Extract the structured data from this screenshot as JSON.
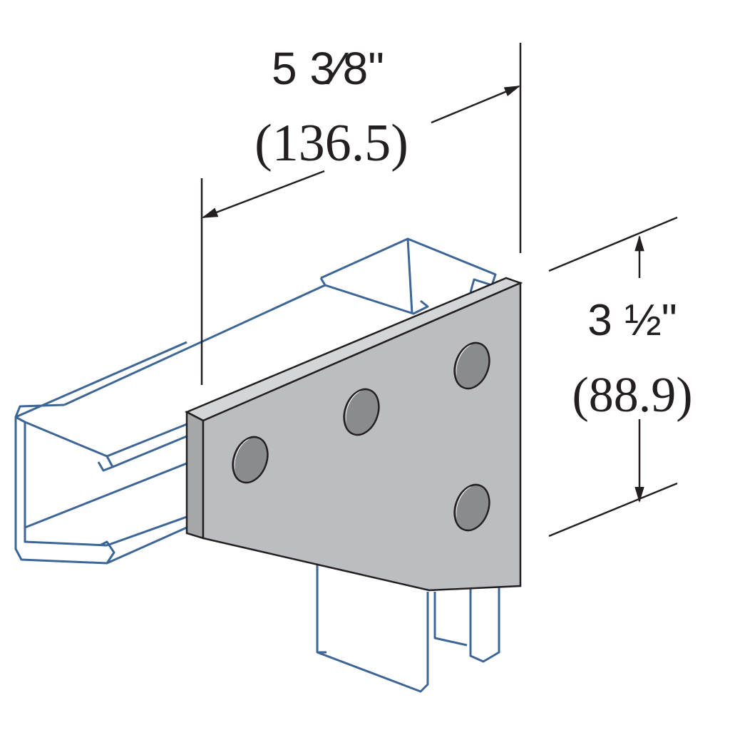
{
  "width_dimension": {
    "imperial": "5 3⁄8\"",
    "metric": "(136.5)"
  },
  "height_dimension": {
    "imperial": "3 ½\"",
    "metric": "(88.9)"
  },
  "colors": {
    "channel_outline": "#3d6697",
    "plate_fill": "#bcbdc0",
    "hole_fill": "#8a8b8e",
    "line": "#231f20"
  },
  "hole_count": 4
}
